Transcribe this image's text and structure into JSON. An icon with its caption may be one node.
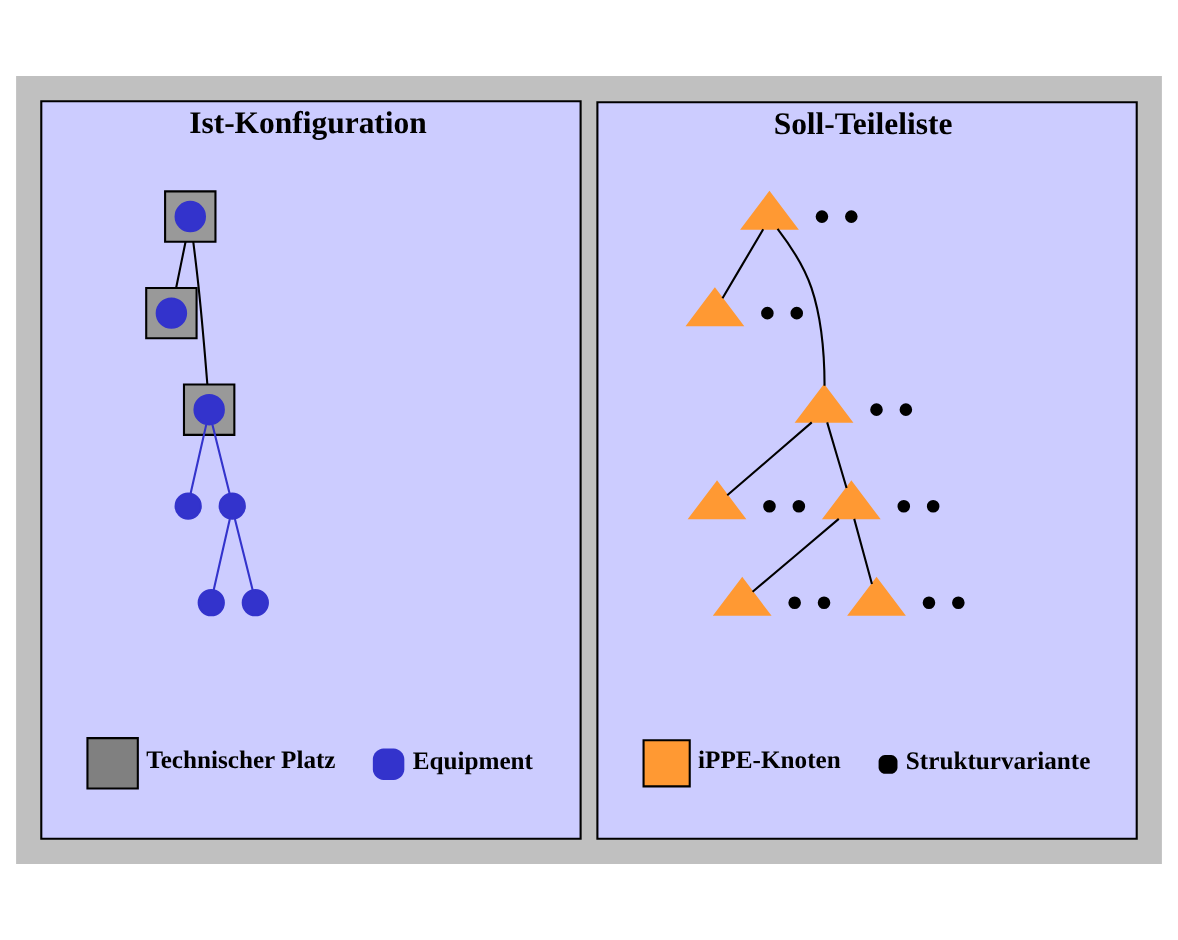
{
  "diagram": {
    "nodes": [
      {
        "text": [
          "Ist-Konfiguration"
        ]
      },
      {
        "text": [],
        "shape": "box",
        "in": 0
      },
      {
        "text": [],
        "shape": "circle",
        "in": 1
      },
      {
        "text": [],
        "shape": "box",
        "in": 0
      },
      {
        "text": [],
        "shape": "circle",
        "in": 3
      },
      {
        "text": [],
        "shape": "box",
        "in": 0
      },
      {
        "text": [],
        "shape": "circle",
        "in": 5
      },
      {
        "text": [],
        "shape": "circle",
        "in": 0
      },
      {
        "text": [],
        "shape": "circle",
        "in": 0
      },
      {
        "text": [],
        "shape": "circle",
        "in": 0
      },
      {
        "text": [],
        "shape": "circle",
        "in": 0
      },
      {
        "text": [
          "Soll-Teileliste"
        ]
      },
      {
        "text": [],
        "shape": "triangle",
        "in": 11
      },
      {
        "text": [],
        "shape": "circle",
        "in": 11
      },
      {
        "text": [],
        "shape": "circle",
        "in": 11
      },
      {
        "text": [],
        "shape": "triangle",
        "in": 11
      },
      {
        "text": [],
        "shape": "circle",
        "in": 11
      },
      {
        "text": [],
        "shape": "circle",
        "in": 11
      },
      {
        "text": [],
        "shape": "triangle",
        "in": 11
      },
      {
        "text": [],
        "shape": "circle",
        "in": 11
      },
      {
        "text": [],
        "shape": "circle",
        "in": 11
      },
      {
        "text": [],
        "shape": "triangle",
        "in": 11
      },
      {
        "text": [],
        "shape": "circle",
        "in": 11
      },
      {
        "text": [],
        "shape": "circle",
        "in": 11
      },
      {
        "text": [],
        "shape": "triangle",
        "in": 11
      },
      {
        "text": [],
        "shape": "circle",
        "in": 11
      },
      {
        "text": [],
        "shape": "circle",
        "in": 11
      },
      {
        "text": [],
        "shape": "triangle",
        "in": 11
      },
      {
        "text": [],
        "shape": "circle",
        "in": 11
      },
      {
        "text": [],
        "shape": "circle",
        "in": 11
      },
      {
        "text": [],
        "shape": "triangle",
        "in": 11
      },
      {
        "text": [],
        "shape": "circle",
        "in": 11
      },
      {
        "text": [],
        "shape": "circle",
        "in": 11
      }
    ],
    "edges": [
      {
        "from": 1,
        "to": 3,
        "arrow": "none"
      },
      {
        "from": 1,
        "to": 5,
        "arrow": "none"
      },
      {
        "from": 6,
        "to": 7,
        "arrow": "none",
        "color": "#3333cc"
      },
      {
        "from": 6,
        "to": 8,
        "arrow": "none",
        "color": "#3333cc"
      },
      {
        "from": 8,
        "to": 9,
        "arrow": "none",
        "color": "#3333cc"
      },
      {
        "from": 8,
        "to": 10,
        "arrow": "none",
        "color": "#3333cc"
      },
      {
        "from": 12,
        "to": 15,
        "arrow": "none"
      },
      {
        "from": 12,
        "to": 18,
        "arrow": "none"
      },
      {
        "from": 18,
        "to": 21,
        "arrow": "none"
      },
      {
        "from": 18,
        "to": 24,
        "arrow": "none"
      },
      {
        "from": 24,
        "to": 27,
        "arrow": "none"
      },
      {
        "from": 24,
        "to": 30,
        "arrow": "none"
      }
    ],
    "legend": [
      {
        "text": "Technischer Platz",
        "color": "#808080"
      },
      {
        "text": "Equipment",
        "color": "#3333cc"
      },
      {
        "text": "iPPE-Knoten",
        "color": "#ff9933"
      },
      {
        "text": "Strukturvariante",
        "color": "#000000"
      }
    ]
  }
}
